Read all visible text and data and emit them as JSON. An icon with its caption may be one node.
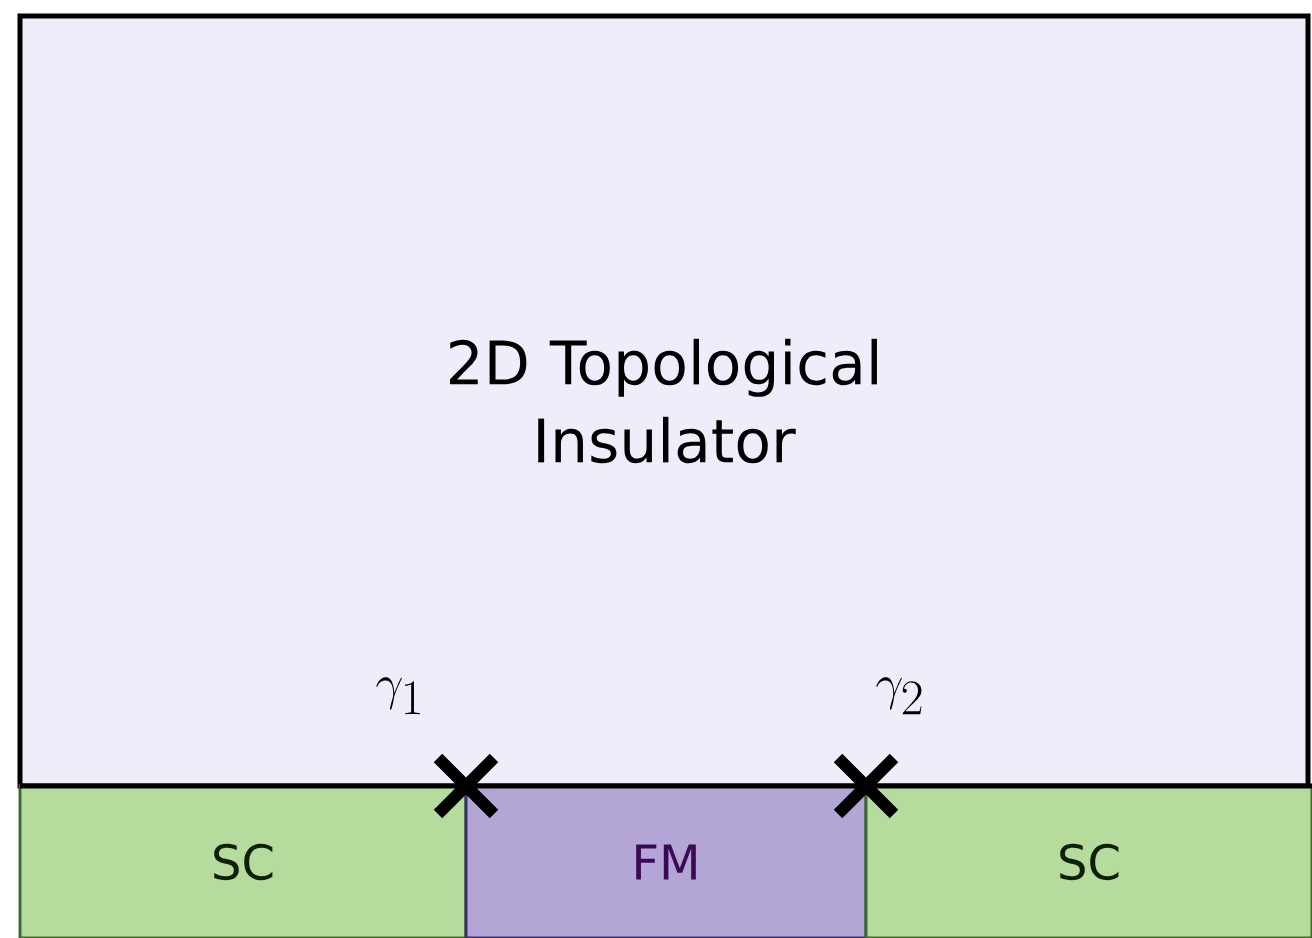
{
  "diagram": {
    "nodes": [
      {
        "text": [
          "2D Topological Insulator"
        ]
      },
      {
        "text": [
          "SC"
        ]
      },
      {
        "text": [
          "FM"
        ]
      },
      {
        "text": [
          "SC"
        ]
      }
    ],
    "labels": [
      "\\gamma_1",
      "\\gamma_2"
    ]
  }
}
